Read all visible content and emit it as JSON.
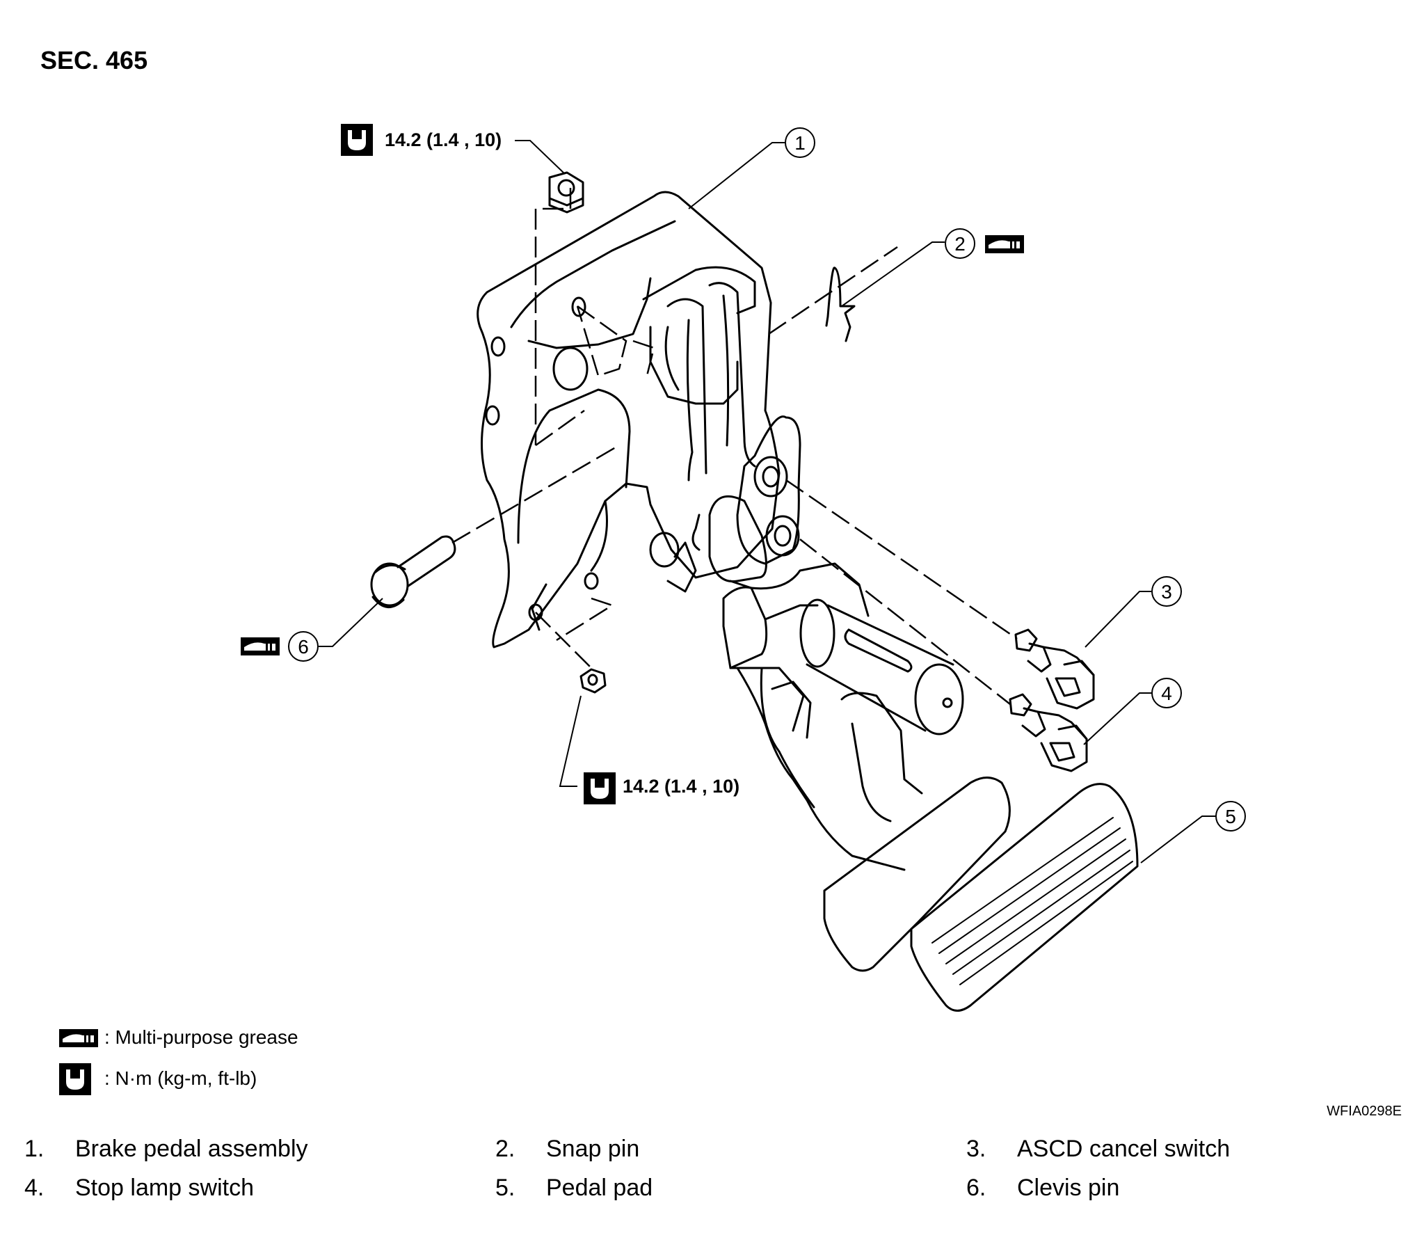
{
  "section_title": "SEC. 465",
  "callouts": [
    "1",
    "2",
    "3",
    "4",
    "5",
    "6"
  ],
  "torque_top": "14.2 (1.4 , 10)",
  "torque_bottom": "14.2 (1.4 , 10)",
  "legend": {
    "grease": ": Multi-purpose grease",
    "torque": ": N·m (kg-m, ft-lb)"
  },
  "figure_code": "WFIA0298E",
  "parts": [
    {
      "num": "1.",
      "name": "Brake pedal assembly"
    },
    {
      "num": "2.",
      "name": "Snap pin"
    },
    {
      "num": "3.",
      "name": "ASCD cancel switch"
    },
    {
      "num": "4.",
      "name": "Stop lamp switch"
    },
    {
      "num": "5.",
      "name": "Pedal pad"
    },
    {
      "num": "6.",
      "name": "Clevis pin"
    }
  ],
  "icons": [
    "grease-icon",
    "torque-wrench-icon"
  ]
}
